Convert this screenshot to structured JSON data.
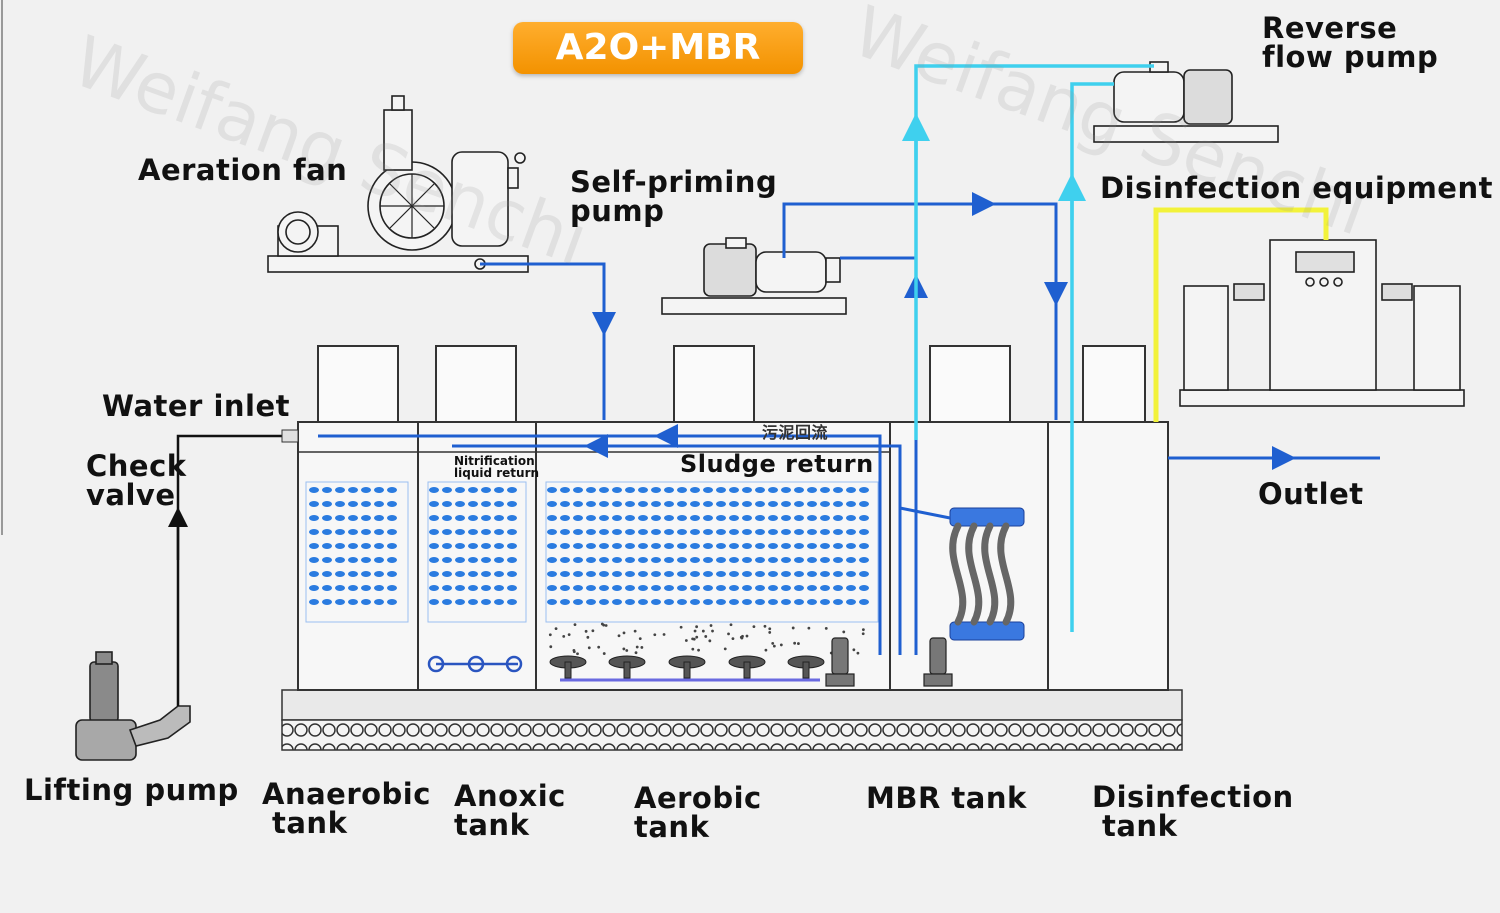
{
  "title": "A2O+MBR",
  "colors": {
    "badge": "#f39200",
    "blue_pipe": "#1f5fd0",
    "cyan_pipe": "#3fd0ee",
    "yellow_pipe": "#f2f23a",
    "diffuser": "#2a7be0"
  },
  "labels": {
    "aeration_fan": "Aeration fan",
    "self_priming_pump_1": "Self-priming",
    "self_priming_pump_2": "pump",
    "reverse_flow_pump_1": "Reverse",
    "reverse_flow_pump_2": "flow pump",
    "disinfection_equipment": "Disinfection equipment",
    "water_inlet": "Water inlet",
    "check_valve_1": "Check",
    "check_valve_2": "valve",
    "nitrification_1": "Nitrification",
    "nitrification_2": "liquid return",
    "sludge_return": "Sludge return",
    "sludge_return_cn": "污泥回流",
    "outlet": "Outlet",
    "lifting_pump": "Lifting pump"
  },
  "tanks": {
    "anaerobic_1": "Anaerobic",
    "anaerobic_2": "tank",
    "anoxic_1": "Anoxic",
    "anoxic_2": "tank",
    "aerobic_1": "Aerobic",
    "aerobic_2": "tank",
    "mbr": "MBR tank",
    "disinfection_1": "Disinfection",
    "disinfection_2": "tank"
  }
}
